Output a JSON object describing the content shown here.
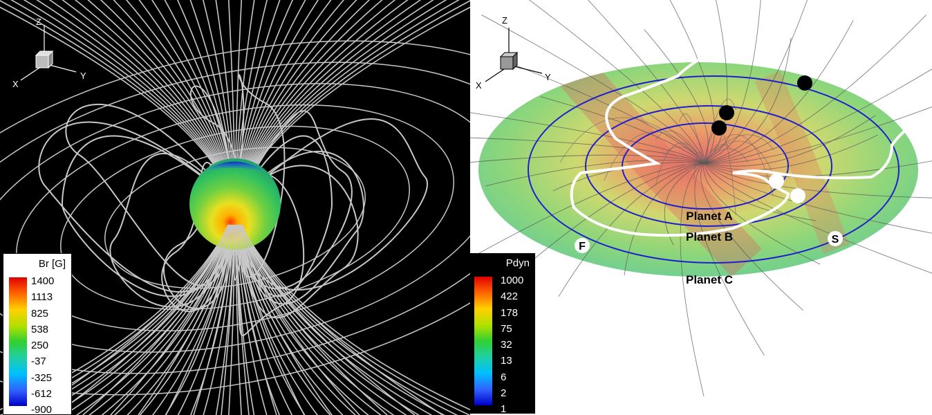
{
  "left_panel": {
    "axis_labels": {
      "z": "Z",
      "x": "X",
      "y": "Y"
    },
    "legend": {
      "title": "Br [G]",
      "ticks": [
        "1400",
        "1113",
        "825",
        "538",
        "250",
        "-37",
        "-325",
        "-612",
        "-900"
      ]
    }
  },
  "right_panel": {
    "axis_labels": {
      "z": "Z",
      "x": "X",
      "y": "Y"
    },
    "legend": {
      "title": "Pdyn",
      "ticks": [
        "1000",
        "422",
        "178",
        "75",
        "32",
        "13",
        "6",
        "2",
        "1"
      ]
    },
    "orbit_labels": {
      "planet_a": "Planet A",
      "planet_b": "Planet B",
      "planet_c": "Planet C"
    },
    "markers": {
      "fast": "F",
      "slow": "S"
    }
  },
  "colors": {
    "field_line": "#c8c8c8",
    "orbit": "#1e1ecf",
    "alfven_surface": "#ffffff",
    "planet_marker_black": "#000000",
    "planet_marker_white": "#ffffff"
  }
}
